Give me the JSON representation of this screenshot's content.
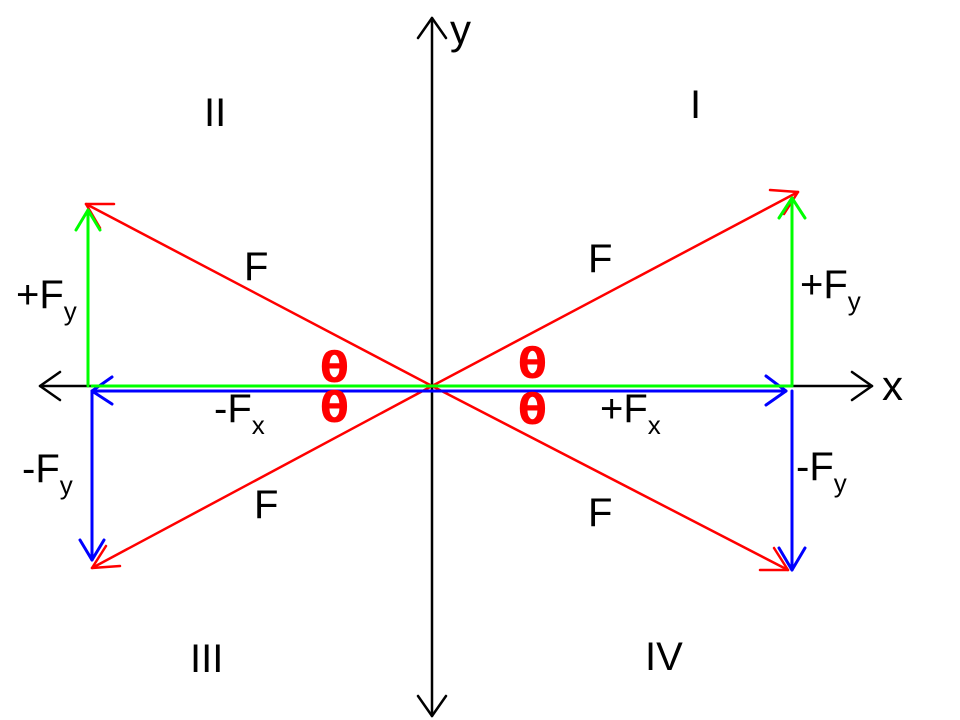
{
  "axes": {
    "x_label": "x",
    "y_label": "y"
  },
  "quadrants": {
    "q1": "I",
    "q2": "II",
    "q3": "III",
    "q4": "IV"
  },
  "force": {
    "label": "F",
    "theta_symbol": "θ"
  },
  "components": {
    "plus_fx": {
      "sign_letter": "+F",
      "subscript": "x"
    },
    "minus_fx": {
      "sign_letter": "-F",
      "subscript": "x"
    },
    "plus_fy": {
      "sign_letter": "+F",
      "subscript": "y"
    },
    "minus_fy": {
      "sign_letter": "-F",
      "subscript": "y"
    }
  },
  "colors": {
    "axes": "#000000",
    "resultant": "#ff0000",
    "x_component": "#0000ff",
    "y_component": "#00ff00",
    "theta": "#ff0000",
    "text": "#000000"
  }
}
